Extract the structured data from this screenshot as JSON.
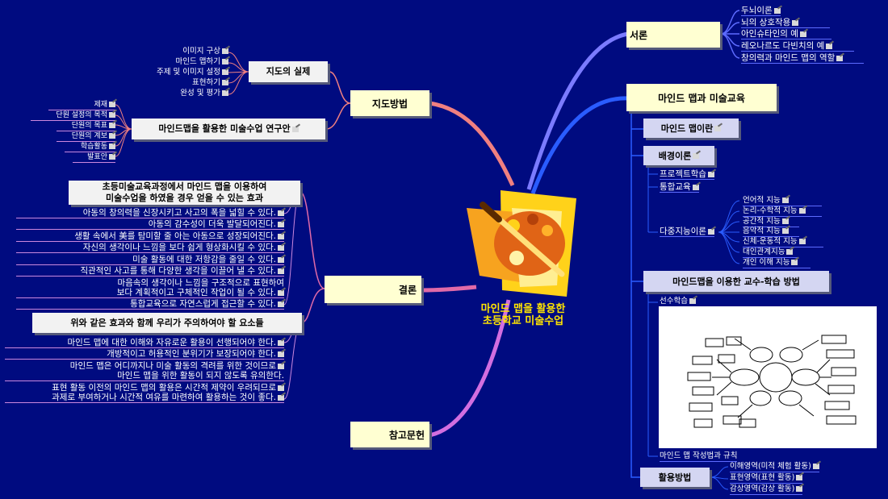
{
  "center": {
    "line1": "마인드 맵을 활용한",
    "line2": "초등학교 미술수업"
  },
  "intro": {
    "label": "서론",
    "items": [
      "두뇌이론",
      "뇌의 상호작용",
      "아인슈타인의 예",
      "레오나르도 다빈치의 예",
      "창의력과 마인드 맵의 역할"
    ]
  },
  "mindmap_edu": {
    "label": "마인드 맵과 미술교육",
    "what_is": "마인드 맵이란",
    "background": {
      "label": "배경이론",
      "items": [
        "프로젝트학습",
        "통합교육"
      ],
      "multi": {
        "label": "다중지능이론",
        "items": [
          "언어적 지능",
          "논리-수학적 지능",
          "공간적 지능",
          "음악적 지능",
          "신체-운동적 지능",
          "대인관계지능",
          "개인 이해 지능"
        ]
      }
    },
    "method": {
      "label": "마인드맵을 이용한 교수-학습 방법",
      "prior": "선수학습",
      "rules": "마인드 맵 작성법과 규칙"
    },
    "usage": {
      "label": "활용방법",
      "items": [
        "이해영역(미적 체험 활동)",
        "표현영역(표현 활동)",
        "감상영역(감상 활동)"
      ]
    }
  },
  "teaching": {
    "label": "지도방법",
    "actual": {
      "label": "지도의 실제",
      "items": [
        "이미지 구상",
        "마인드 맵하기",
        "주제 및 이미지 설정",
        "표현하기",
        "완성 및 평가"
      ]
    },
    "plan": {
      "label": "마인드맵을 활용한 미술수업 연구안",
      "items": [
        "제재",
        "단원 설정의 목적",
        "단원의 목표",
        "단원의 계보",
        "학습활동",
        "발표안"
      ]
    }
  },
  "conclusion": {
    "label": "결론",
    "effects": {
      "label_line1": "초등미술교육과정에서 마인드 맵을 이용하여",
      "label_line2": "미술수업을 하였을 경우 얻을 수 있는 효과",
      "items": [
        "아동의 창의력을 신장시키고 사고의 폭을 넓힐 수 있다.",
        "아동의 감수성이 더욱 발달되어진다.",
        "생활 속에서 美를 탐미할 줄 아는 아동으로 성장되어진다.",
        "자신의 생각이나 느낌을 보다 쉽게 형상화시킬 수 있다.",
        "미술 활동에 대한 저항감을 줄일 수 있다.",
        "직관적인 사고를 통해 다양한 생각을 이끌어 낼 수 있다.",
        "마음속의 생각이나 느낌을 구조적으로 표현하여",
        "보다 계획적이고 구체적인 작업이 될 수 있다.",
        "통합교육으로 자연스럽게 접근할 수 있다."
      ]
    },
    "cautions": {
      "label": "위와 같은 효과와 함께 우리가 주의하여야 할 요소들",
      "items": [
        "마인드 맵에 대한 이해와 자유로운 활용이 선행되어야 한다.",
        "개방적이고 허용적인 분위기가 보장되어야 한다.",
        "마인드 맵은 어디까지나 미술 활동의 격려를 위한 것이므로",
        "마인드 맵을 위한 활동이 되지 않도록 유의한다.",
        "표현 활동 이전의 마인드 맵의 활용은 시간적 제약이 우려되므로",
        "과제로 부여하거나 시간적 여유를 마련하여 활용하는 것이 좋다."
      ]
    }
  },
  "references": {
    "label": "참고문헌"
  },
  "colors": {
    "background": "#000b80",
    "node": "#ffffd2",
    "center_text": "#ffe400"
  }
}
